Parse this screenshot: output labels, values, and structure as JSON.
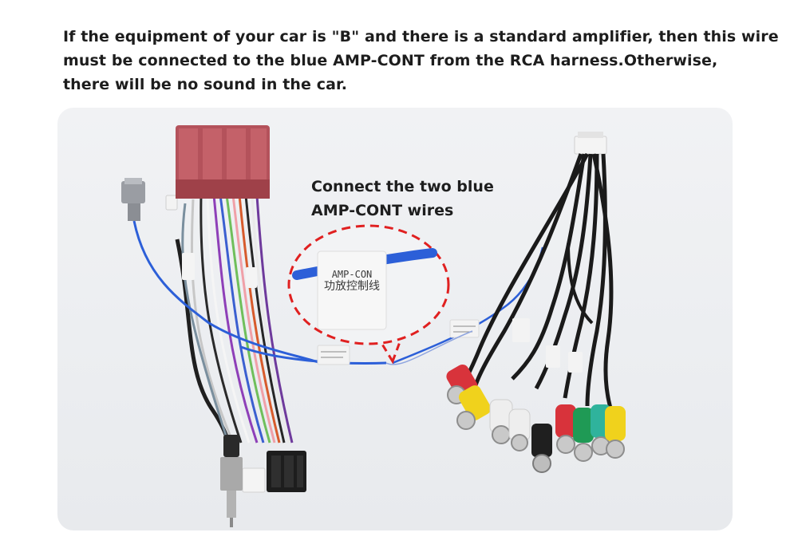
{
  "intro": {
    "line1": "If the equipment of your car is \"B\" and there is a standard amplifier, then this wire",
    "line2": "must be connected to the blue AMP-CONT from the RCA harness.Otherwise,",
    "line3": "there will be no sound in the car."
  },
  "callout": {
    "line1": "Connect the two blue",
    "line2": "AMP-CONT wires"
  },
  "zoom_tag": {
    "line1": "AMP-CON",
    "line2": "功放控制线"
  },
  "colors": {
    "frame_bg": "#eceef1",
    "connector_red": "#b4525b",
    "wire_blue": "#2c5fd8",
    "dashed_circle": "#e02020",
    "rca_red": "#d8333b",
    "rca_yellow": "#f0d21c",
    "rca_white": "#eeeeee",
    "rca_green": "#1f9a55",
    "rca_teal": "#2fb39c"
  }
}
